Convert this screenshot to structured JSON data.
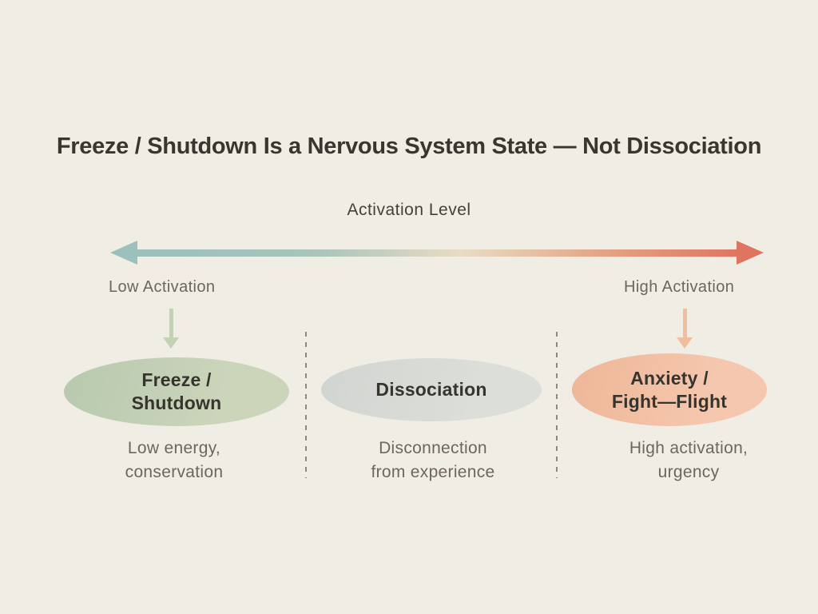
{
  "colors": {
    "bg": "#f0ede5",
    "ink": "#393630",
    "ink2": "#45413a",
    "muted": "#6e665c",
    "teal": "#9cc0bb",
    "beige": "#e9dcc4",
    "salmon": "#df7460",
    "green_ellipse": "#cbd5ba",
    "gray_ellipse": "#dcded8",
    "peach_ellipse": "#f5c7ae",
    "green_arrow": "#c3d1b5",
    "peach_arrow": "#f0bd9d",
    "dash": "#8d887e"
  },
  "title": "Freeze / Shutdown Is a Nervous System State — Not Dissociation",
  "axis": {
    "label": "Activation Level",
    "left_label": "Low Activation",
    "right_label": "High Activation"
  },
  "states": [
    {
      "name": "Freeze /\nShutdown",
      "description": "Low energy,\nconservation"
    },
    {
      "name": "Dissociation",
      "description": "Disconnection\nfrom experience"
    },
    {
      "name": "Anxiety /\nFight—Flight",
      "description": "High activation,\nurgency"
    }
  ]
}
